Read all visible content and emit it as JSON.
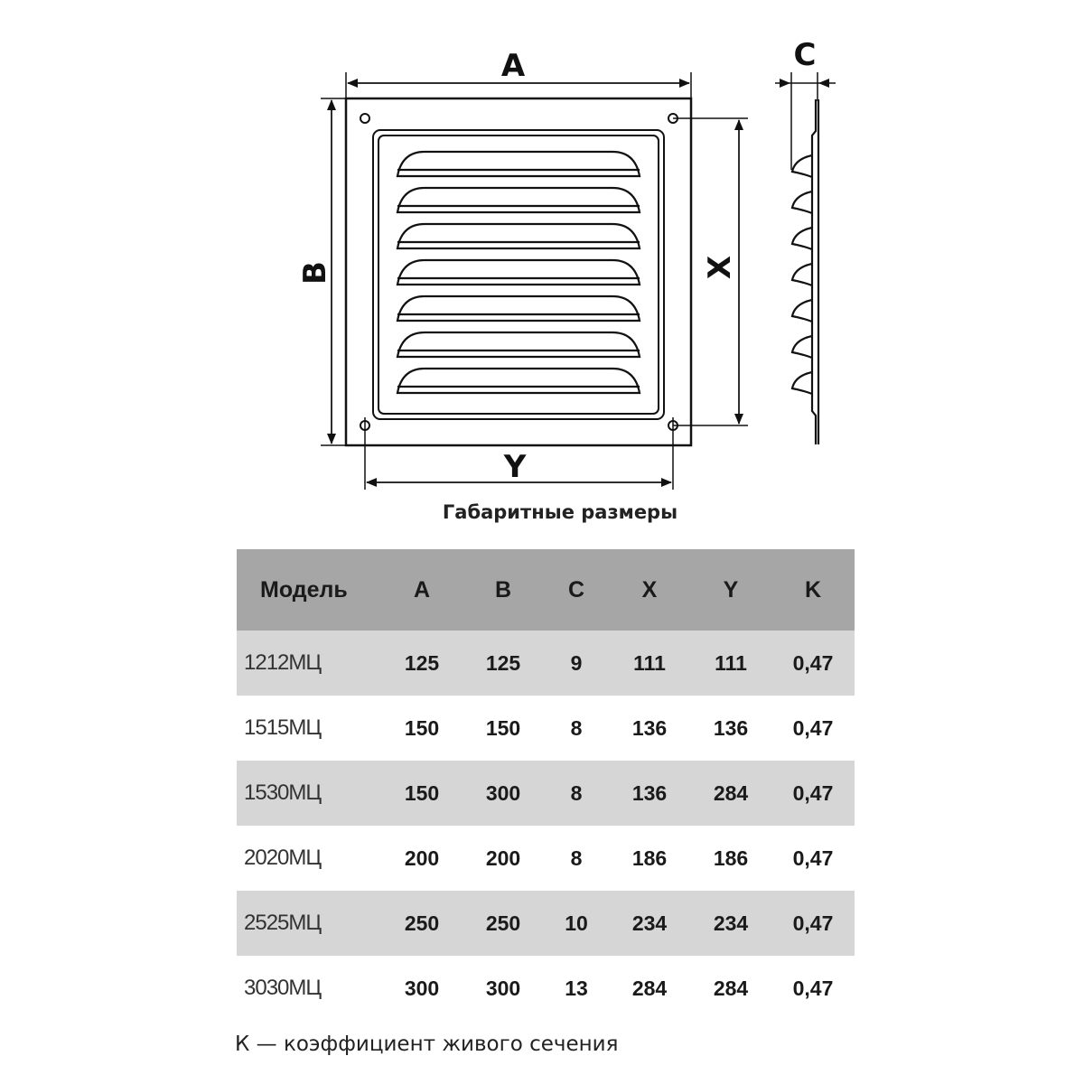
{
  "diagram": {
    "labels": {
      "A": "A",
      "B": "B",
      "C": "C",
      "X": "X",
      "Y": "Y"
    },
    "caption": "Габаритные размеры",
    "louver_count": 7
  },
  "table": {
    "headers": [
      "Модель",
      "A",
      "B",
      "C",
      "X",
      "Y",
      "K"
    ],
    "rows": [
      {
        "model": "1212МЦ",
        "A": "125",
        "B": "125",
        "C": "9",
        "X": "111",
        "Y": "111",
        "K": "0,47"
      },
      {
        "model": "1515МЦ",
        "A": "150",
        "B": "150",
        "C": "8",
        "X": "136",
        "Y": "136",
        "K": "0,47"
      },
      {
        "model": "1530МЦ",
        "A": "150",
        "B": "300",
        "C": "8",
        "X": "136",
        "Y": "284",
        "K": "0,47"
      },
      {
        "model": "2020МЦ",
        "A": "200",
        "B": "200",
        "C": "8",
        "X": "186",
        "Y": "186",
        "K": "0,47"
      },
      {
        "model": "2525МЦ",
        "A": "250",
        "B": "250",
        "C": "10",
        "X": "234",
        "Y": "234",
        "K": "0,47"
      },
      {
        "model": "3030МЦ",
        "A": "300",
        "B": "300",
        "C": "13",
        "X": "284",
        "Y": "284",
        "K": "0,47"
      }
    ],
    "colors": {
      "header_bg": "#a6a6a6",
      "shade_bg": "#d6d6d6",
      "plain_bg": "#ffffff"
    }
  },
  "footnote": "К — коэффициент живого сечения"
}
